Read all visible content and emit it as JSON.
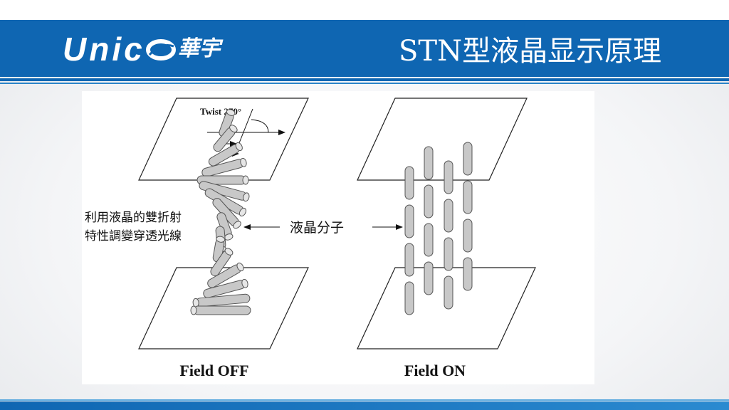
{
  "header": {
    "logo_text": "Unic",
    "logo_chinese": "華宇",
    "title": "STN型液晶显示原理"
  },
  "diagram": {
    "twist_label": "Twist 270°",
    "left_annotation_line1": "利用液晶的雙折射",
    "left_annotation_line2": "特性調變穿透光線",
    "center_label": "液晶分子",
    "left_caption": "Field OFF",
    "right_caption": "Field ON"
  },
  "colors": {
    "brand_blue": "#0f66b2",
    "molecule_fill": "#c8c8c8",
    "molecule_stroke": "#555555"
  }
}
